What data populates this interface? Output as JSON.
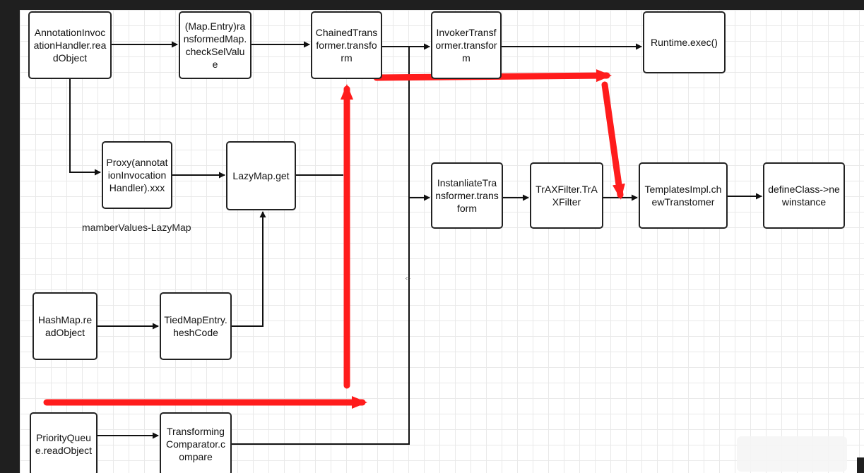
{
  "nodes": {
    "annotation_readobject": "AnnotationInvocationHandler.readObject",
    "map_entry_checksetvalue": "(Map.Entry)ransformedMap.checkSelValue",
    "chained_transformer": "ChainedTransformer.transform",
    "invoker_transformer": "InvokerTransformer.transform",
    "runtime_exec": "Runtime.exec()",
    "proxy_handler": "Proxy(annotationInvocationHandler).xxx",
    "lazymap_get": "LazyMap.get",
    "instantiate_transformer": "InstanliateTransformer.transform",
    "traxfilter": "TrAXFilter.TrAXFilter",
    "templatesimpl": "TemplatesImpl.chewTranstomer",
    "defineclass": "defineClass->newinstance",
    "hashmap_readobject": "HashMap.readObject",
    "tiedmapentry_hashcode": "TiedMapEntry.heshCode",
    "priorityqueue_readobject": "PriorityQueue.readObject",
    "transforming_comparator": "TransformingComparator.compare"
  },
  "notes": {
    "member_values": "mamberValues-LazyMap",
    "jump_marker": "⇔"
  },
  "colors": {
    "highlight_arrow": "#ff1c1c",
    "connector": "#111111",
    "grid": "#e9e9e9"
  }
}
